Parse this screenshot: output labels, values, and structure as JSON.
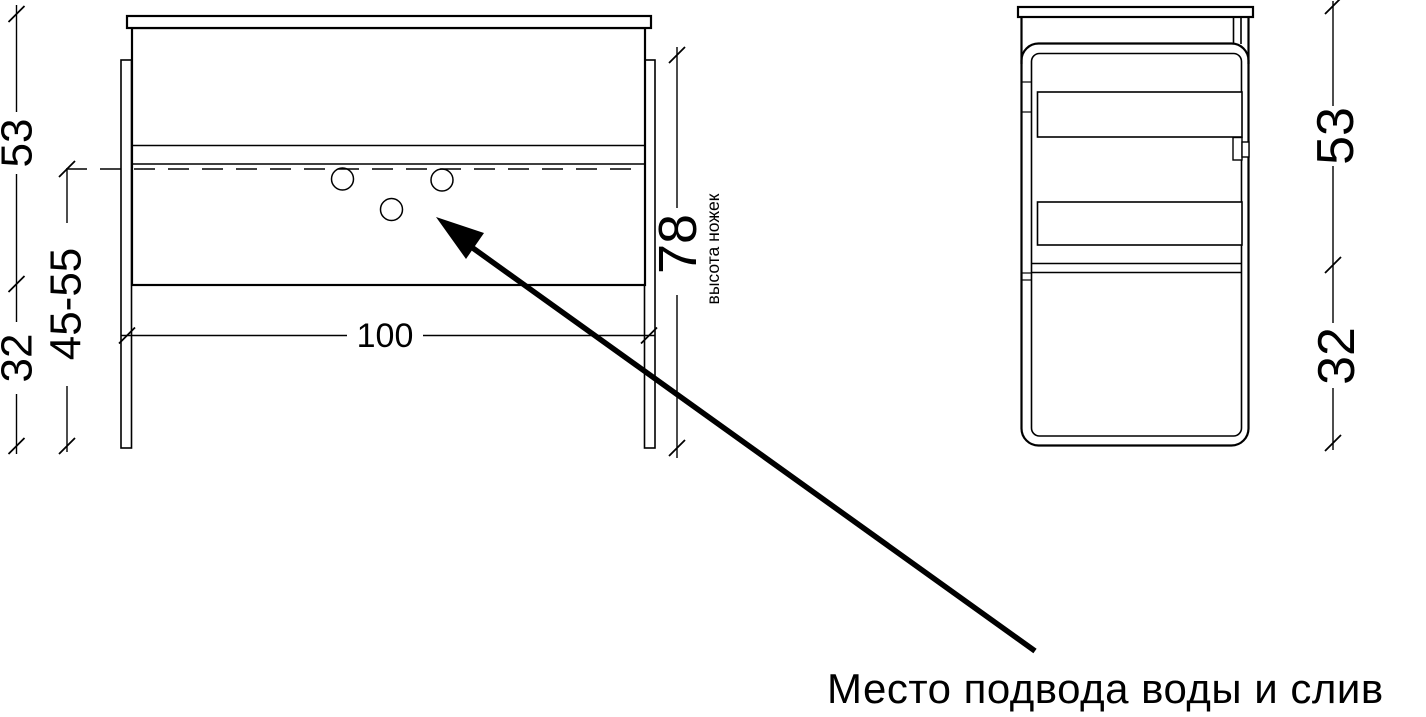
{
  "colors": {
    "line": "#000000",
    "background": "#ffffff"
  },
  "front_view": {
    "dim_cabinet_height": "53",
    "dim_height_range": "45-55",
    "dim_leg_clearance": "32",
    "dim_width": "100",
    "dim_leg_height": "78",
    "leg_height_label": "высота ножек"
  },
  "side_view": {
    "dim_cabinet_height": "53",
    "dim_leg_clearance": "32"
  },
  "callout": {
    "label": "Место подвода воды и слив"
  }
}
